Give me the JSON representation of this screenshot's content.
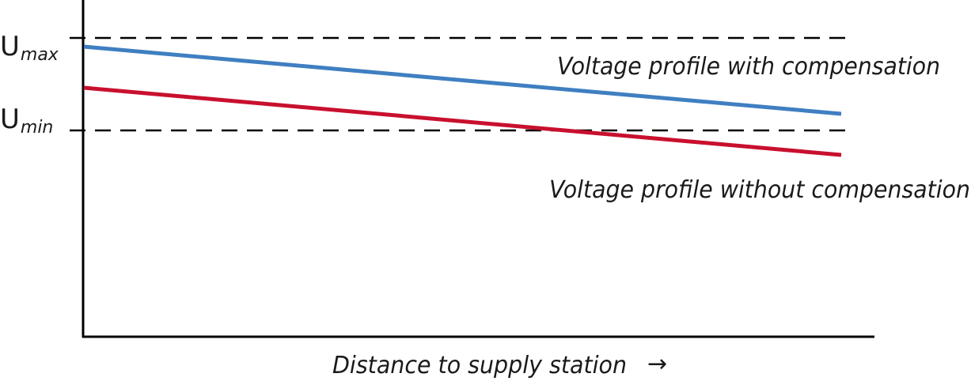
{
  "diagram": {
    "y_axis_levels": {
      "u_max": {
        "base": "U",
        "subscript": "max"
      },
      "u_min": {
        "base": "U",
        "subscript": "min"
      }
    },
    "curves": {
      "with_compensation": {
        "label": "Voltage profile with compensation",
        "color": "#3f7fc1"
      },
      "without_compensation": {
        "label": "Voltage profile without compensation",
        "color": "#c8102e"
      }
    },
    "x_axis": {
      "label": "Distance to supply station",
      "arrow": "→"
    },
    "colors": {
      "axis": "#000000",
      "dashed_reference": "#000000"
    }
  }
}
